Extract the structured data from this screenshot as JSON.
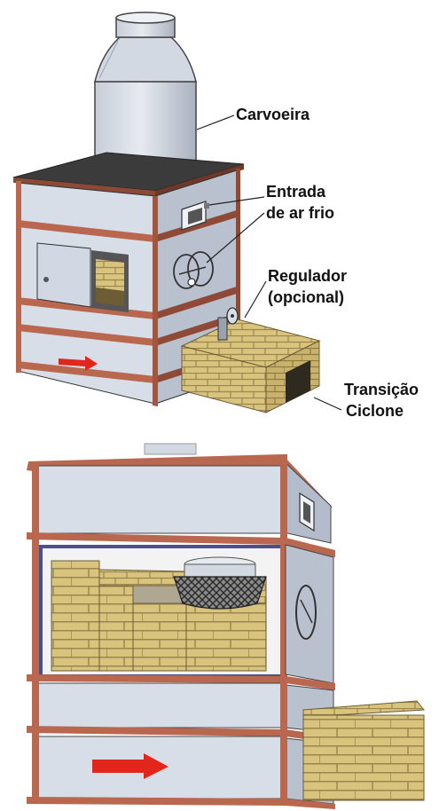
{
  "colors": {
    "sheet_light": "#dde3ec",
    "sheet_mid": "#c5ccd8",
    "sheet_dark": "#a9b2c1",
    "frame_copper": "#b9674f",
    "frame_dark": "#7a3a2a",
    "brick": "#d6c27d",
    "brick_shadow": "#b49b55",
    "mortar": "#a08a54",
    "lid_dark": "#3b3b3b",
    "arrow_red": "#e3261b",
    "blue_inner": "#4b4e8f"
  },
  "icons": [
    "air-intake-slot-icon",
    "damper-disc-icon",
    "flow-direction-arrow-icon",
    "regulator-valve-icon"
  ],
  "labels": {
    "carvoeira": "Carvoeira",
    "entrada_line1": "Entrada",
    "entrada_line2": "de ar frio",
    "regulador_line1": "Regulador",
    "regulador_line2": "(opcional)",
    "transicao_line1": "Transição",
    "transicao_line2": "Ciclone"
  }
}
